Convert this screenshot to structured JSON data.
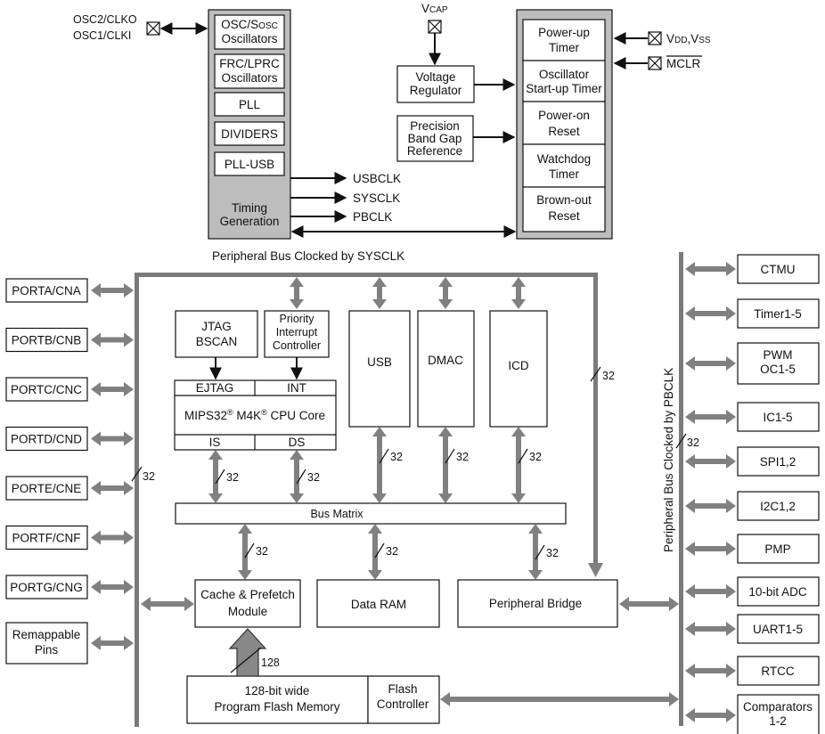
{
  "clock_inputs": {
    "line1": "OSC2/CLKO",
    "line2": "OSC1/CLKI"
  },
  "timing": {
    "osc1_main": "OSC/S",
    "osc1_sub": "OSC",
    "osc1_line2": "Oscillators",
    "frc_line1": "FRC/LPRC",
    "frc_line2": "Oscillators",
    "pll": "PLL",
    "dividers": "DIVIDERS",
    "pll_usb": "PLL-USB",
    "gen_line1": "Timing",
    "gen_line2": "Generation"
  },
  "clock_outputs": {
    "usbclk": "USBCLK",
    "sysclk": "SYSCLK",
    "pbclk": "PBCLK"
  },
  "vcap": {
    "main": "V",
    "sub": "CAP"
  },
  "voltage_regulator": {
    "line1": "Voltage",
    "line2": "Regulator"
  },
  "bandgap": {
    "line1": "Precision",
    "line2": "Band Gap",
    "line3": "Reference"
  },
  "reset": {
    "pwrt_line1": "Power-up",
    "pwrt_line2": "Timer",
    "ost_line1": "Oscillator",
    "ost_line2": "Start-up Timer",
    "por_line1": "Power-on",
    "por_line2": "Reset",
    "wdt_line1": "Watchdog",
    "wdt_line2": "Timer",
    "bor_line1": "Brown-out",
    "bor_line2": "Reset"
  },
  "supply": {
    "v1": "V",
    "v1_sub": "DD",
    "comma": ",V",
    "v2_sub": "SS"
  },
  "mclr": "MCLR",
  "sysclk_bus_label": "Peripheral Bus Clocked by SYSCLK",
  "pbclk_bus_label": "Peripheral Bus Clocked by PBCLK",
  "ports": [
    "PORTA/CNA",
    "PORTB/CNB",
    "PORTC/CNC",
    "PORTD/CND",
    "PORTE/CNE",
    "PORTF/CNF",
    "PORTG/CNG"
  ],
  "remappable": {
    "line1": "Remappable",
    "line2": "Pins"
  },
  "jtag": {
    "line1": "JTAG",
    "line2": "BSCAN"
  },
  "pic": {
    "line1": "Priority",
    "line2": "Interrupt",
    "line3": "Controller"
  },
  "cpu": {
    "ejtag": "EJTAG",
    "int": "INT",
    "name_a": "MIPS32",
    "reg": "®",
    "name_b": " M4K",
    "name_c": " CPU Core",
    "is": "IS",
    "ds": "DS"
  },
  "usb": "USB",
  "dmac": "DMAC",
  "icd": "ICD",
  "bus_matrix": "Bus Matrix",
  "cache": {
    "line1": "Cache & Prefetch",
    "line2": "Module"
  },
  "data_ram": "Data RAM",
  "peripheral_bridge": "Peripheral Bridge",
  "flash": {
    "line1": "128-bit wide",
    "line2": "Program Flash Memory"
  },
  "flash_ctrl": {
    "line1": "Flash",
    "line2": "Controller"
  },
  "width_32": "32",
  "width_128": "128",
  "peripherals": [
    "CTMU",
    "Timer1-5",
    "PWM|OC1-5",
    "IC1-5",
    "SPI1,2",
    "I2C1,2",
    "PMP",
    "10-bit ADC",
    "UART1-5",
    "RTCC",
    "Comparators|1-2"
  ]
}
